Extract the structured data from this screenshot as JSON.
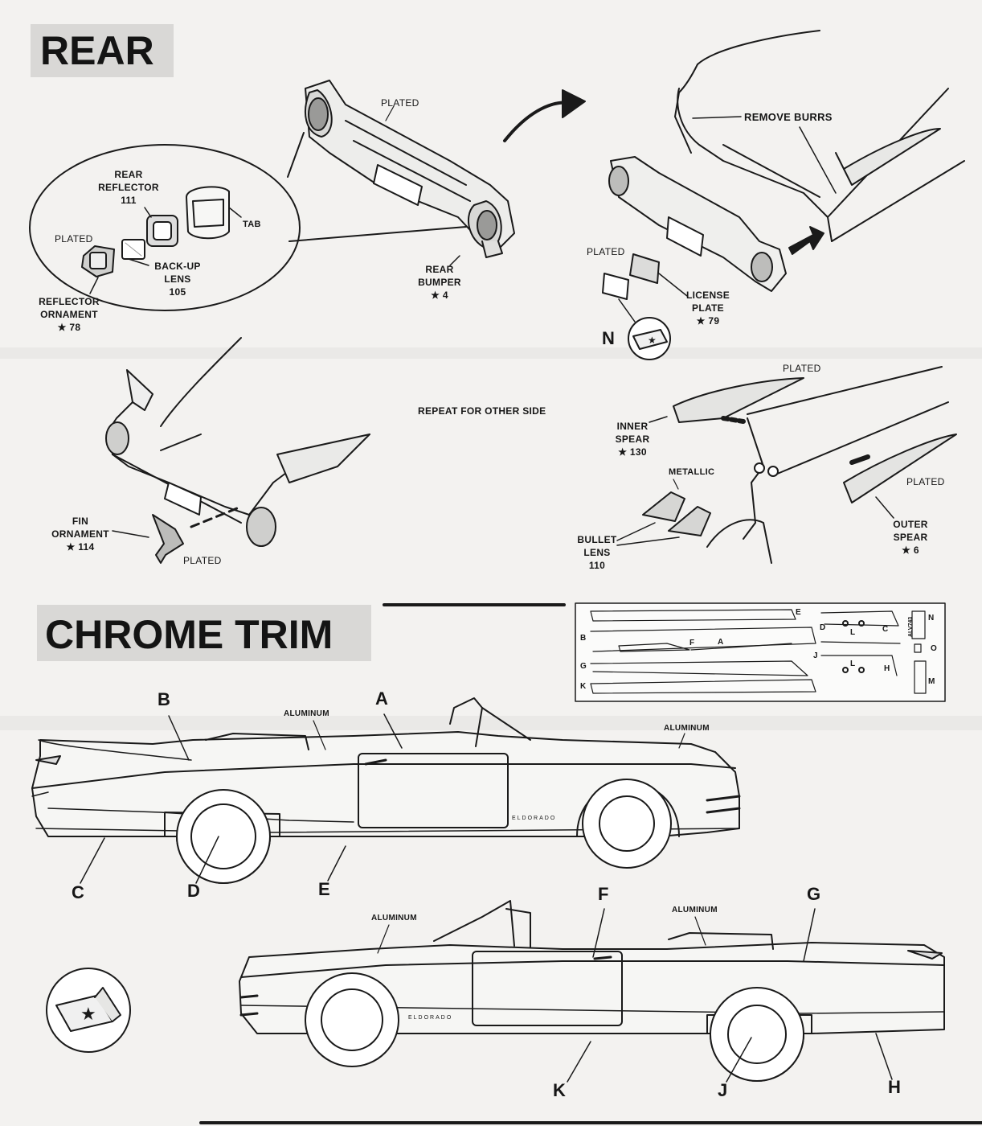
{
  "sections": {
    "rear_title": "REAR",
    "chrome_title": "CHROME TRIM"
  },
  "rear_bumper_step": {
    "plated_top": "PLATED",
    "rear_reflector": [
      "REAR",
      "REFLECTOR",
      "111"
    ],
    "tab": "TAB",
    "plated_inset": "PLATED",
    "backup_lens": [
      "BACK-UP",
      "LENS",
      "105"
    ],
    "reflector_ornament": [
      "REFLECTOR",
      "ORNAMENT",
      "★ 78"
    ],
    "rear_bumper": [
      "REAR",
      "BUMPER",
      "★ 4"
    ]
  },
  "license_step": {
    "remove_burrs": "REMOVE BURRS",
    "plated": "PLATED",
    "license_plate": [
      "LICENSE",
      "PLATE",
      "★ 79"
    ],
    "decal_tag": "N"
  },
  "fin_step": {
    "repeat_note": "REPEAT FOR OTHER SIDE",
    "fin_ornament": [
      "FIN",
      "ORNAMENT",
      "★ 114"
    ],
    "plated": "PLATED"
  },
  "spear_step": {
    "plated_top": "PLATED",
    "inner_spear": [
      "INNER",
      "SPEAR",
      "★ 130"
    ],
    "metallic": "METALLIC",
    "bullet_lens": [
      "BULLET",
      "LENS",
      "110"
    ],
    "plated_right": "PLATED",
    "outer_spear": [
      "OUTER",
      "SPEAR",
      "★ 6"
    ]
  },
  "decal_sheet": {
    "letters": [
      "E",
      "N",
      "B",
      "F",
      "A",
      "D",
      "L",
      "C",
      "O",
      "G",
      "J",
      "L",
      "H",
      "K",
      "M"
    ],
    "tag_text": "ALV743"
  },
  "chrome_trim": {
    "upper_car": {
      "callouts": [
        "B",
        "A",
        "C",
        "D",
        "E"
      ],
      "aluminum_left": "ALUMINUM",
      "aluminum_right": "ALUMINUM",
      "badge": "ELDORADO"
    },
    "lower_car": {
      "callouts": [
        "F",
        "G",
        "K",
        "J",
        "H"
      ],
      "aluminum_left": "ALUMINUM",
      "aluminum_right": "ALUMINUM",
      "badge": "ELDORADO"
    }
  }
}
